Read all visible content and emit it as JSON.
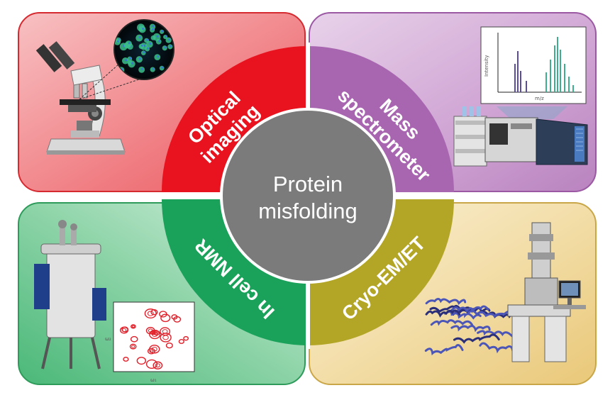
{
  "center": {
    "line1": "Protein",
    "line2": "misfolding"
  },
  "quadrants": {
    "optical": {
      "line1": "Optical",
      "line2": "imaging",
      "color": "#e8131e",
      "panel_color": "#f1878c"
    },
    "mass": {
      "line1": "Mass",
      "line2": "spectrometer",
      "color": "#a866b0",
      "panel_color": "#d3aad6"
    },
    "nmr": {
      "label": "In cell NMR",
      "color": "#1aa25a",
      "panel_color": "#7dcc9a"
    },
    "cryo": {
      "label": "Cryo-EM/ET",
      "color": "#b3a627",
      "panel_color": "#f0dca0"
    }
  },
  "center_color": "#7b7b7b",
  "mass_spectrum_axis": {
    "ylabel": "Intensity",
    "xlabel": "m/z"
  },
  "nmr_spectrum_axis": {
    "xlabel": "ω₁",
    "ylabel": "ω₂"
  }
}
